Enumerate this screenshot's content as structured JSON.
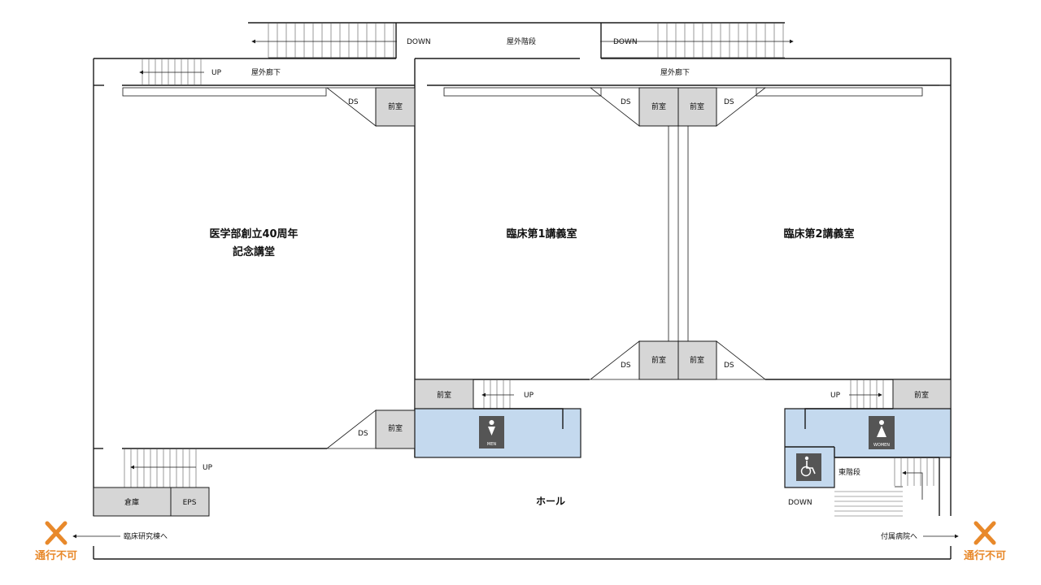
{
  "rooms": {
    "auditorium_line1": "医学部創立40周年",
    "auditorium_line2": "記念講堂",
    "lecture1": "臨床第1講義室",
    "lecture2": "臨床第2講義室",
    "hall": "ホール",
    "storage": "倉庫",
    "eps": "EPS",
    "east_stairs": "東階段"
  },
  "labels": {
    "outdoor_stairs": "屋外階段",
    "outdoor_corridor": "屋外廊下",
    "ds": "DS",
    "anteroom": "前室",
    "up": "UP",
    "down": "DOWN",
    "to_research": "臨床研究棟へ",
    "to_hospital": "付属病院へ",
    "no_passage": "通行不可",
    "men": "MEN",
    "women": "WOMEN"
  },
  "colors": {
    "restroom": "#c4d9ee",
    "service": "#d6d6d6",
    "warning": "#e8892b",
    "icon": "#555555"
  },
  "icons": [
    "men-restroom-icon",
    "women-restroom-icon",
    "wheelchair-icon",
    "no-entry-cross-icon"
  ]
}
